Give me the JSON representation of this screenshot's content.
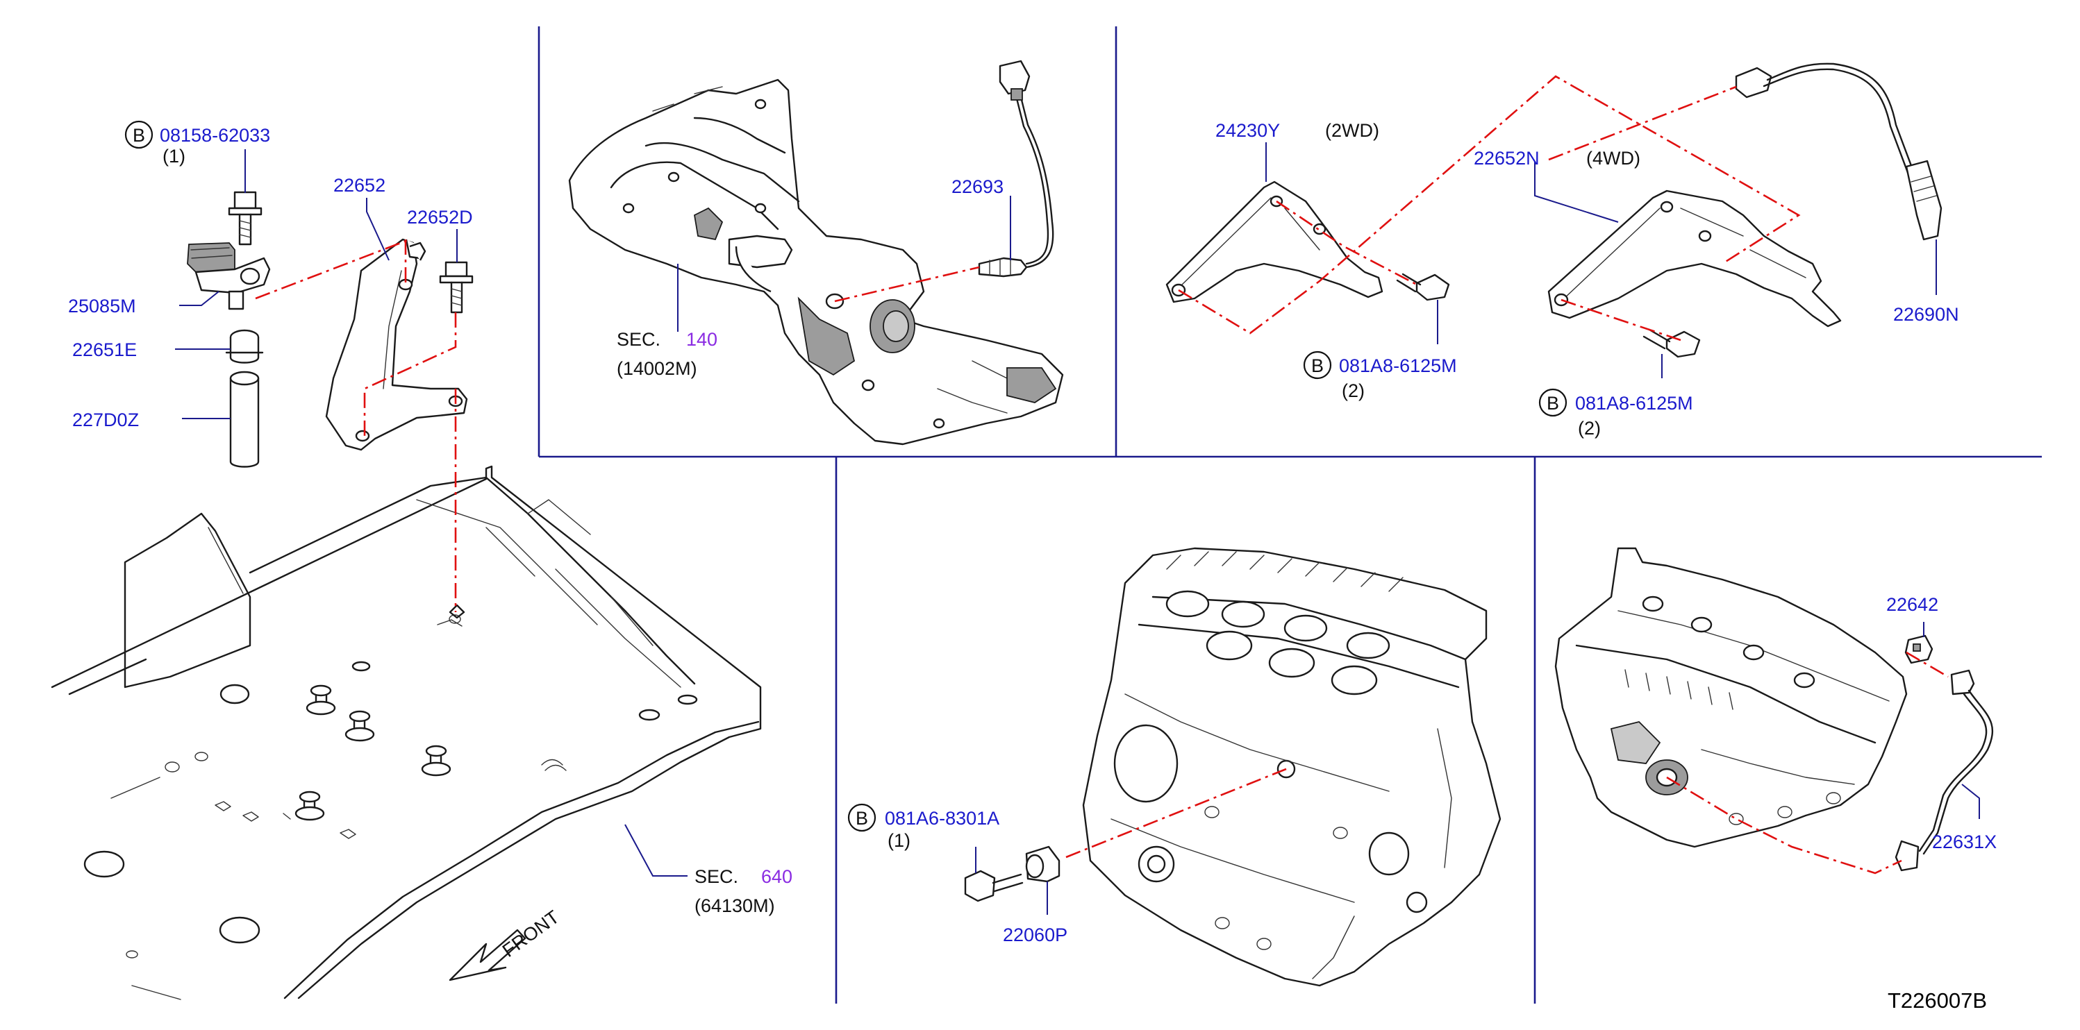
{
  "diagram_id": "T226007B",
  "badge_letter": "B",
  "front_label": "FRONT",
  "sections": [
    {
      "id": "sec-140",
      "prefix": "SEC.",
      "number": "140",
      "sub": "(14002M)"
    },
    {
      "id": "sec-640",
      "prefix": "SEC.",
      "number": "640",
      "sub": "(64130M)"
    }
  ],
  "callouts": [
    {
      "id": "08158-62033",
      "text": "08158-62033",
      "qty": "(1)",
      "badge": true
    },
    {
      "id": "22652",
      "text": "22652"
    },
    {
      "id": "22652D",
      "text": "22652D"
    },
    {
      "id": "25085M",
      "text": "25085M"
    },
    {
      "id": "22651E",
      "text": "22651E"
    },
    {
      "id": "227D0Z",
      "text": "227D0Z"
    },
    {
      "id": "22693",
      "text": "22693"
    },
    {
      "id": "24230Y",
      "text": "24230Y",
      "variant": "(2WD)"
    },
    {
      "id": "22652N",
      "text": "22652N",
      "variant": "(4WD)"
    },
    {
      "id": "081A8-6125M-a",
      "text": "081A8-6125M",
      "qty": "(2)",
      "badge": true
    },
    {
      "id": "081A8-6125M-b",
      "text": "081A8-6125M",
      "qty": "(2)",
      "badge": true
    },
    {
      "id": "22690N",
      "text": "22690N"
    },
    {
      "id": "081A6-8301A",
      "text": "081A6-8301A",
      "qty": "(1)",
      "badge": true
    },
    {
      "id": "22060P",
      "text": "22060P"
    },
    {
      "id": "22642",
      "text": "22642"
    },
    {
      "id": "22631X",
      "text": "22631X"
    }
  ],
  "colors": {
    "part_number": "#1a1acc",
    "section_number": "#8a2be2",
    "centerline": "#e01010",
    "divider": "#1a1a8c",
    "line_art": "#1a1a1a"
  }
}
